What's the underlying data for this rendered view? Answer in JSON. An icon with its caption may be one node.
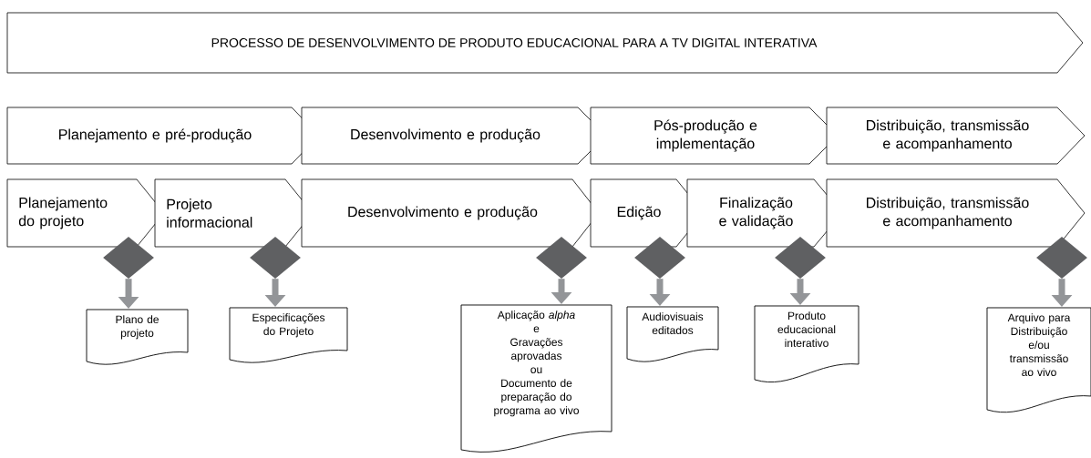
{
  "diagram": {
    "title": "PROCESSO DE DESENVOLVIMENTO DE PRODUTO EDUCACIONAL PARA A TV DIGITAL INTERATIVA",
    "nodes": [
      {
        "text": [
          "Planejamento e pré-produção"
        ]
      },
      {
        "text": [
          "Desenvolvimento e produção"
        ]
      },
      {
        "text": [
          "Pós-produção e implementação"
        ]
      },
      {
        "text": [
          "Distribuição, transmissão e acompanhamento"
        ]
      },
      {
        "text": [
          "Planejamento do projeto"
        ]
      },
      {
        "text": [
          "Projeto informacional"
        ]
      },
      {
        "text": [
          "Desenvolvimento e produção"
        ]
      },
      {
        "text": [
          "Edição"
        ]
      },
      {
        "text": [
          "Finalização e validação"
        ]
      },
      {
        "text": [
          "Distribuição, transmissão e acompanhamento"
        ]
      },
      {
        "text": [],
        "shape": "diamond"
      },
      {
        "text": [],
        "shape": "diamond"
      },
      {
        "text": [],
        "shape": "diamond"
      },
      {
        "text": [],
        "shape": "diamond"
      },
      {
        "text": [],
        "shape": "diamond"
      },
      {
        "text": [],
        "shape": "diamond"
      },
      {
        "text": [
          "Plano de projeto"
        ]
      },
      {
        "text": [
          "Especificações do Projeto"
        ]
      },
      {
        "text": [
          "Aplicação *alpha*",
          "e",
          "Gravações aprovadas",
          "ou",
          "Documento de preparação do programa ao vivo"
        ]
      },
      {
        "text": [
          "Audiovisuais editados"
        ]
      },
      {
        "text": [
          "Produto educacional interativo"
        ]
      },
      {
        "text": [
          "Arquivo para Distribuição e/ou transmissão ao vivo"
        ]
      }
    ],
    "edges": [
      {
        "from": 10,
        "to": 16,
        "arrow": "to"
      },
      {
        "from": 11,
        "to": 17,
        "arrow": "to"
      },
      {
        "from": 12,
        "to": 18,
        "arrow": "to"
      },
      {
        "from": 13,
        "to": 19,
        "arrow": "to"
      },
      {
        "from": 14,
        "to": 20,
        "arrow": "to"
      },
      {
        "from": 15,
        "to": 21,
        "arrow": "to"
      }
    ]
  }
}
